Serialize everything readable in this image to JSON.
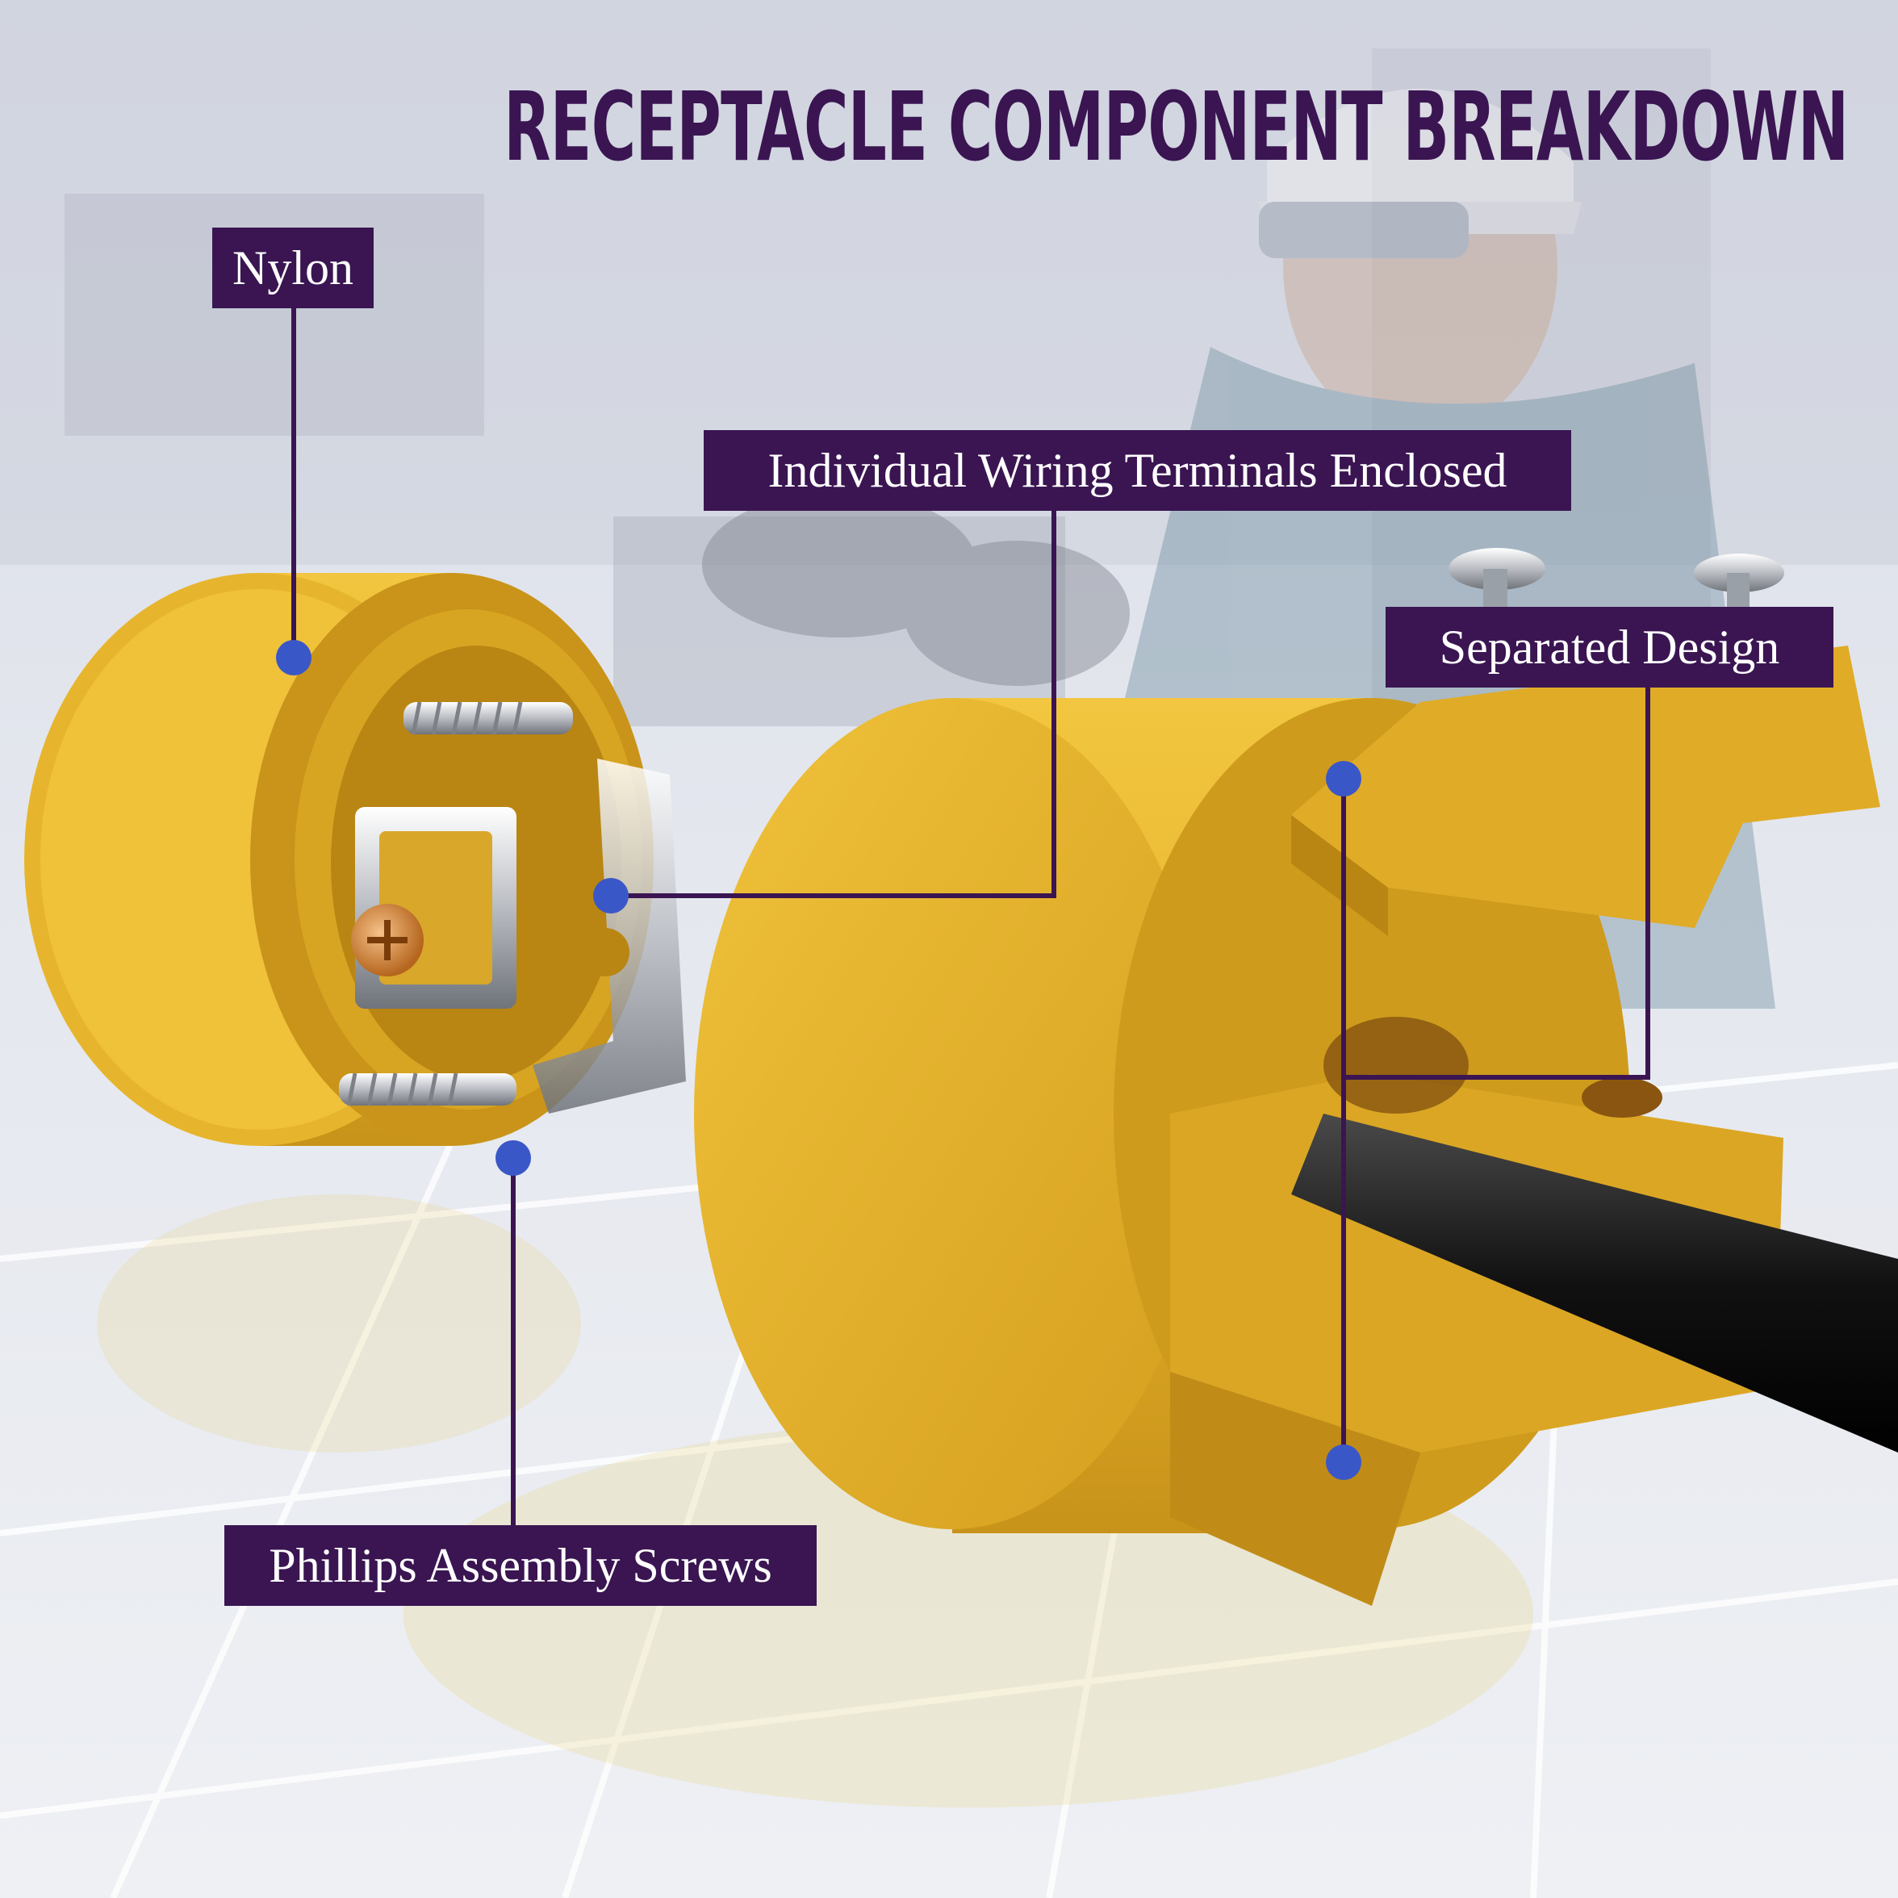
{
  "title": "RECEPTACLE COMPONENT BREAKDOWN",
  "callouts": {
    "nylon": "Nylon",
    "terminals": "Individual Wiring Terminals Enclosed",
    "separated": "Separated Design",
    "screws": "Phillips Assembly Screws"
  },
  "colors": {
    "label_bg": "#3a1552",
    "label_text": "#ffffff",
    "title": "#3a1552",
    "leader_line": "#3a1552",
    "marker_dot": "#3a57c8",
    "housing": "#e8b52c"
  }
}
